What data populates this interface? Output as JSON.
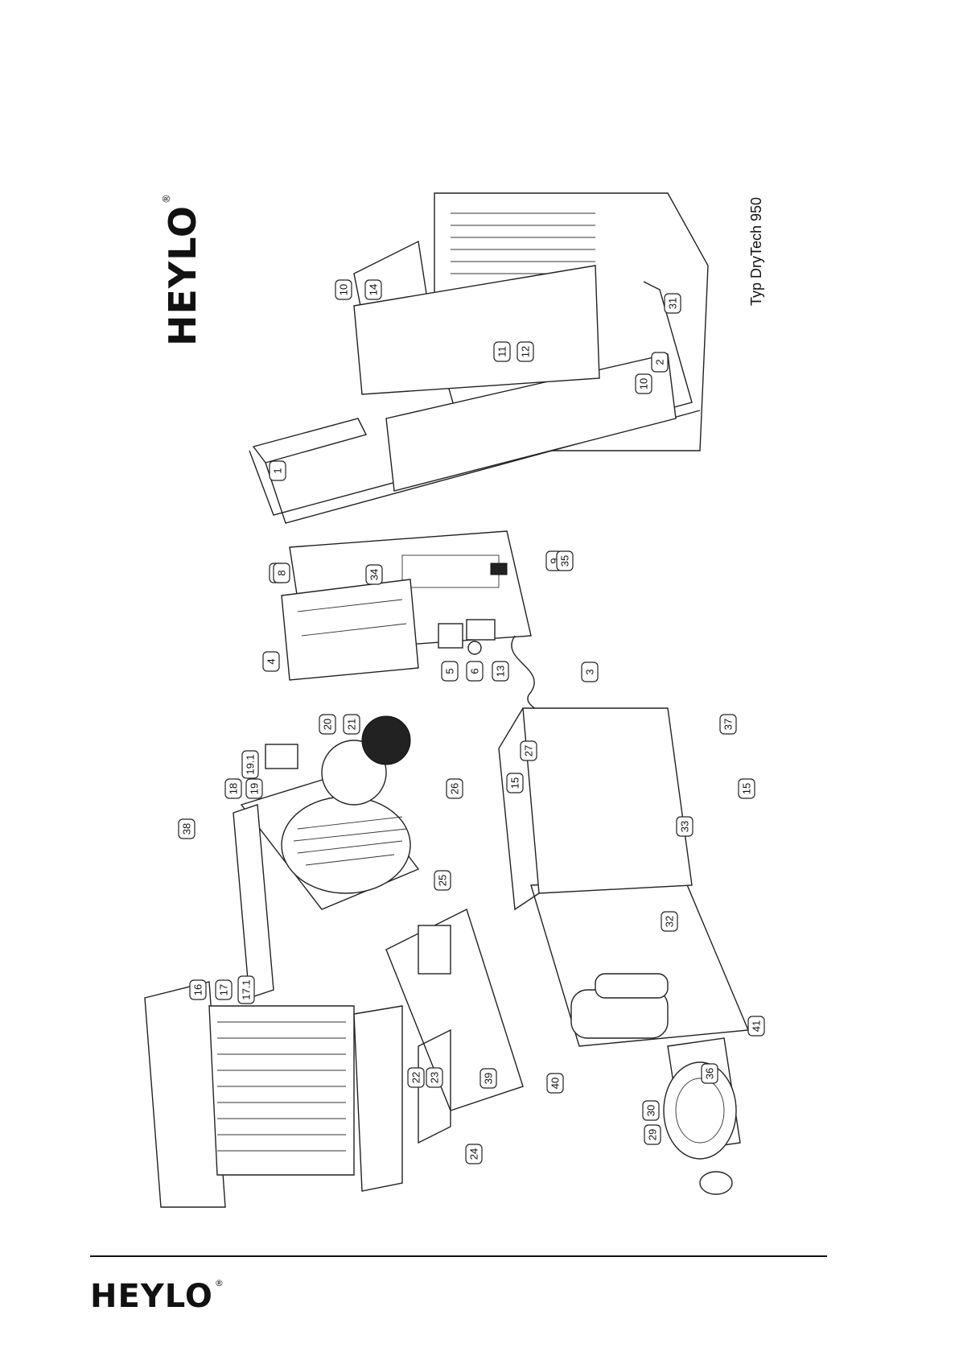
{
  "brand": {
    "logo_text": "HEYLO",
    "registered": "®"
  },
  "caption": "Typ DryTech 950",
  "callouts": [
    "1",
    "2",
    "3",
    "4",
    "5",
    "6",
    "7",
    "8",
    "9",
    "10",
    "10",
    "11",
    "12",
    "13",
    "14",
    "15",
    "15",
    "16",
    "17",
    "17.1",
    "18",
    "19",
    "19.1",
    "20",
    "21",
    "22",
    "23",
    "24",
    "25",
    "26",
    "27",
    "29",
    "30",
    "31",
    "32",
    "33",
    "34",
    "35",
    "36",
    "37",
    "38",
    "39",
    "40",
    "41"
  ]
}
